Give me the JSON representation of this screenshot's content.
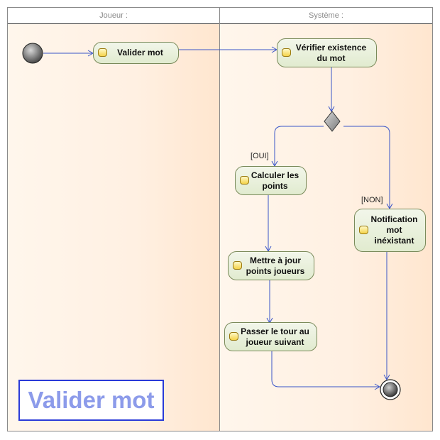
{
  "lanes": {
    "joueur": "Joueur :",
    "systeme": "Système :"
  },
  "actions": {
    "valider_mot": "Valider mot",
    "verifier": "Vérifier existence du mot",
    "calculer": "Calculer les points",
    "mettre_a_jour": "Mettre à jour points joueurs",
    "passer_tour": "Passer le tour au joueur suivant",
    "notification": "Notification mot inéxistant"
  },
  "guards": {
    "oui": "[OUI]",
    "non": "[NON]"
  },
  "diagram_title": "Valider mot",
  "colors": {
    "flow": "#3a55c8",
    "title_border": "#2a3ad8",
    "title_text": "#8c9bea",
    "action_fill": "#e1ebcf",
    "lane_fill": "#fff0e2"
  }
}
